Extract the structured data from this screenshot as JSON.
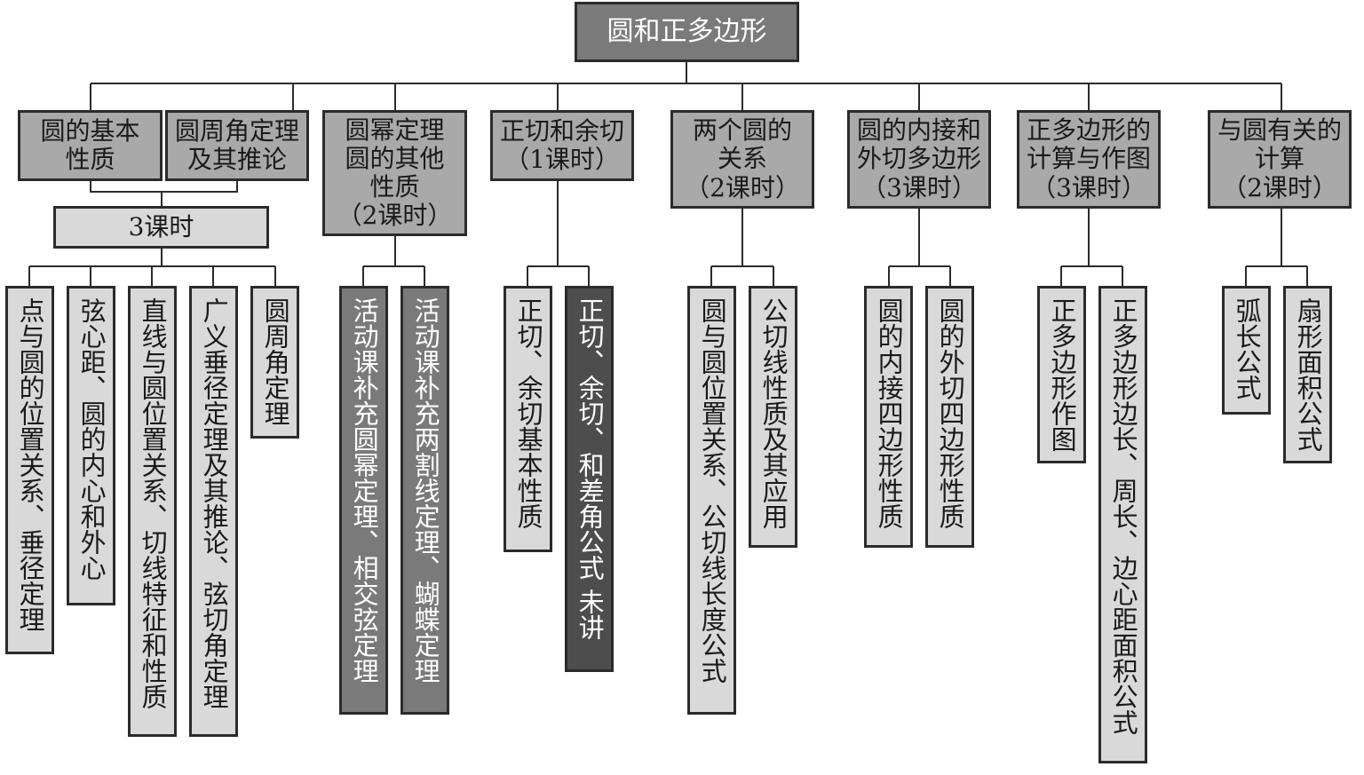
{
  "root": {
    "label": "圆和正多边形"
  },
  "categories": {
    "c1": "圆的基本\n性质",
    "c2": "圆周角定理\n及其推论",
    "c3": "圆幂定理\n圆的其他\n性质\n（2课时）",
    "c4": "正切和余切\n（1课时）",
    "c5": "两个圆的\n关系\n（2课时）",
    "c6": "圆的内接和\n外切多边形\n（3课时）",
    "c7": "正多边形的\n计算与作图\n（3课时）",
    "c8": "与圆有关的\n计算\n（2课时）"
  },
  "hours_box": "3课时",
  "leaves": {
    "l1": "点与圆的位置关系、垂径定理",
    "l2": "弦心距、圆的内心和外心",
    "l3": "直线与圆位置关系、切线特征和性质",
    "l4": "广义垂径定理及其推论、弦切角定理",
    "l5": "圆周角定理",
    "l6": "活动课补充圆幂定理、相交弦定理",
    "l7": "活动课补充两割线定理、蝴蝶定理",
    "l8": "正切、余切基本性质",
    "l9": "正切、余切、和差角公式 未讲",
    "l10": "圆与圆位置关系、公切线长度公式",
    "l11": "公切线性质及其应用",
    "l12": "圆的内接四边形性质",
    "l13": "圆的外切四边形性质",
    "l14": "正多边形作图",
    "l15": "正多边形边长、周长、边心距面积公式",
    "l16": "弧长公式",
    "l17": "扇形面积公式"
  },
  "colors": {
    "top": "#7a7a7a",
    "category": "#a9a9a9",
    "leaf_light": "#d9d9d9",
    "leaf_medium": "#7a7a7a",
    "leaf_dark": "#4d4d4d",
    "line": "#2b2b2b"
  }
}
